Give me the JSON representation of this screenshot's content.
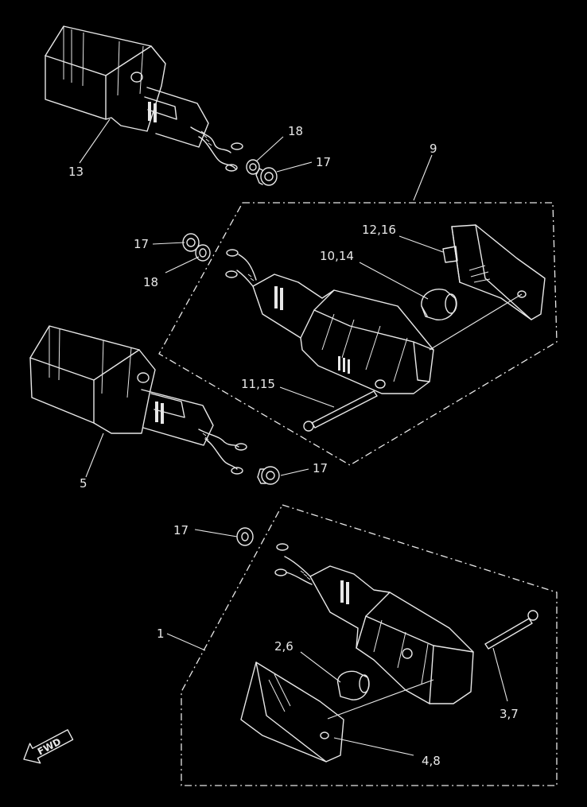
{
  "callouts": {
    "c13": "13",
    "c18_top": "18",
    "c17_top": "17",
    "c9": "9",
    "c12_16": "12,16",
    "c10_14": "10,14",
    "c17_mid": "17",
    "c18_mid": "18",
    "c11_15": "11,15",
    "c5": "5",
    "c17_lower": "17",
    "c17_bottom": "17",
    "c1": "1",
    "c2_6": "2,6",
    "c3_7": "3,7",
    "c4_8": "4,8"
  },
  "arrow_label": "FWD",
  "colors": {
    "background": "#000000",
    "line": "#e8e8e8"
  },
  "icons": {
    "forward_arrow": "fwd-arrow-icon"
  }
}
